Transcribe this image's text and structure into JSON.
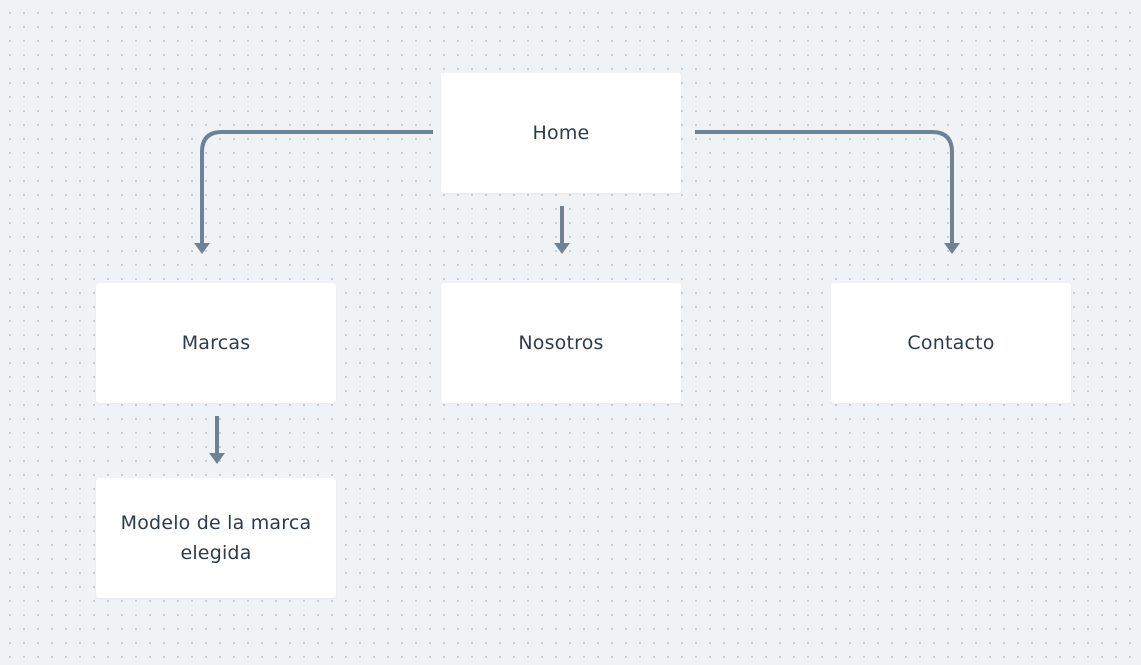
{
  "diagram": {
    "nodes": {
      "home": {
        "label": "Home"
      },
      "marcas": {
        "label": "Marcas"
      },
      "nosotros": {
        "label": "Nosotros"
      },
      "contacto": {
        "label": "Contacto"
      },
      "modelo": {
        "label": "Modelo de la marca elegida"
      }
    },
    "edges": [
      {
        "from": "home",
        "to": "marcas"
      },
      {
        "from": "home",
        "to": "nosotros"
      },
      {
        "from": "home",
        "to": "contacto"
      },
      {
        "from": "marcas",
        "to": "modelo"
      }
    ]
  },
  "colors": {
    "background": "#f0f3f6",
    "dot": "#c3cbd4",
    "node_fill": "#ffffff",
    "connector": "#6f8294",
    "text": "#2f3b4a"
  }
}
